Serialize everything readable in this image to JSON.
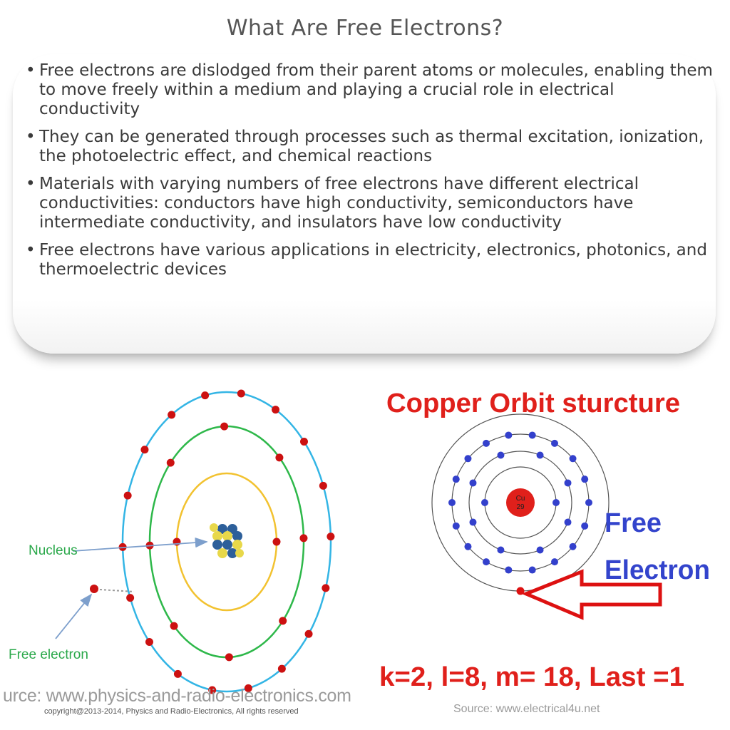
{
  "title": "What Are Free Electrons?",
  "bullets": [
    "Free electrons are dislodged from their parent atoms or molecules, enabling them to move freely within a medium and playing a crucial role in electrical conductivity",
    "They can be generated through processes such as thermal excitation, ionization, the photoelectric effect, and chemical reactions",
    "Materials with varying numbers of free electrons have different electrical conductivities: conductors have high conductivity, semiconductors have intermediate conductivity, and insulators have low conductivity",
    "Free electrons have various applications in electricity, electronics, photonics, and thermoelectric devices"
  ],
  "left_diagram": {
    "nucleus_label": "Nucleus",
    "free_electron_label": "Free electron",
    "source_text": "urce: www.physics-and-radio-electronics.com",
    "copyright": "copyright@2013-2014, Physics and Radio-Electronics, All rights reserved",
    "colors": {
      "outer_orbit": "#33b5e5",
      "middle_orbit": "#2eb84a",
      "inner_orbit": "#f2c230",
      "electron": "#cc1111",
      "label_green": "#2aa84a"
    }
  },
  "right_diagram": {
    "title": "Copper Orbit sturcture",
    "nucleus_symbol": "Cu",
    "nucleus_number": "29",
    "free_electron_line1": "Free",
    "free_electron_line2": "Electron",
    "shell_formula": "k=2, l=8, m= 18, Last =1",
    "source_text": "Source: www.electrical4u.net",
    "colors": {
      "title_red": "#e0201b",
      "label_blue": "#3344cc",
      "electron_blue": "#3340cc",
      "arrow_red": "#dd1111"
    }
  }
}
